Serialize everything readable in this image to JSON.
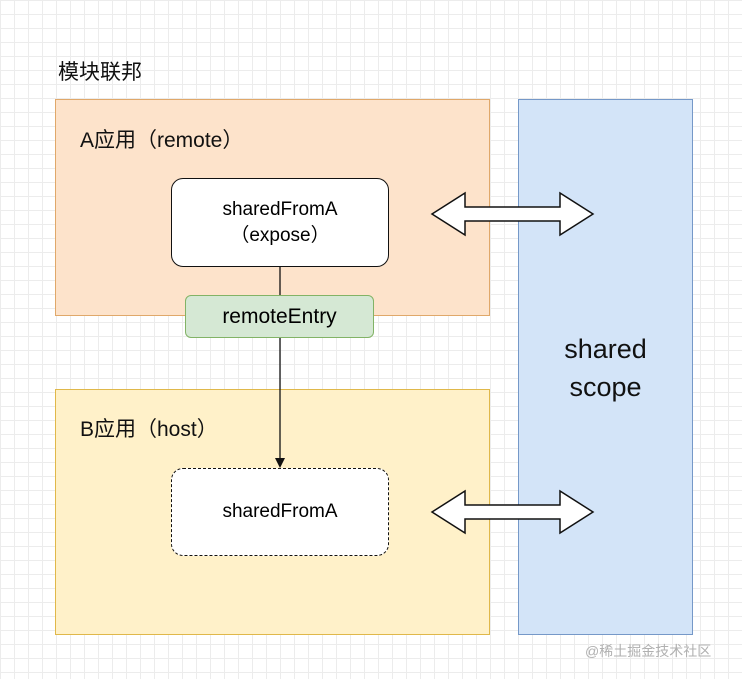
{
  "title": "模块联邦",
  "app_a": {
    "label": "A应用（remote）",
    "node_line1": "sharedFromA",
    "node_line2": "（expose）",
    "entry_label": "remoteEntry"
  },
  "app_b": {
    "label": "B应用（host）",
    "node_label": "sharedFromA"
  },
  "shared_scope": {
    "line1": "shared",
    "line2": "scope"
  },
  "watermark": "@稀土掘金技术社区",
  "colors": {
    "app_a_fill": "#fde3cb",
    "app_b_fill": "#fff1c9",
    "scope_fill": "#d3e4f8",
    "entry_fill": "#d5e8d4"
  }
}
